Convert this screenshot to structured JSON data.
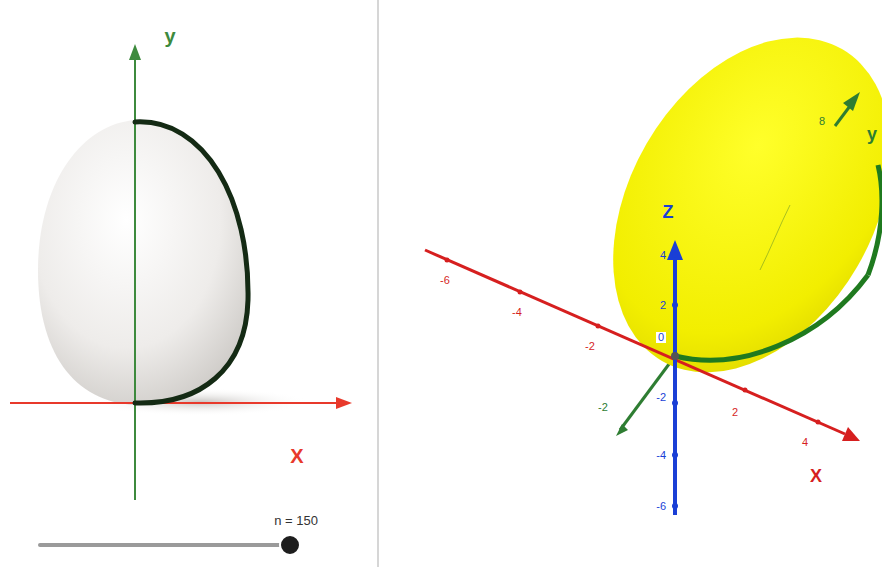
{
  "diagram": {
    "labels": [
      "y",
      "X",
      "n = 150",
      "Z",
      "y",
      "X",
      "8",
      "-2",
      "-6",
      "-4",
      "-2",
      "2",
      "4",
      "4",
      "2",
      "0",
      "-2",
      "-4",
      "-6"
    ]
  }
}
